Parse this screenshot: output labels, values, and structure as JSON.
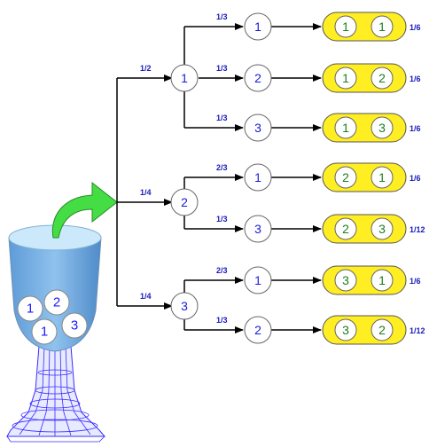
{
  "colors": {
    "line": "#000000",
    "circle_stroke": "#666666",
    "node_text": "#1a1ad8",
    "pair_fill": "#ffee22",
    "pair_stroke": "#555555",
    "pair_text": "#1f7d1f",
    "prob_text": "#1a1ab8",
    "arrow": "#44dd44",
    "glass_liquid": "#6aa6dd",
    "glass_rim": "#bfe3f7",
    "glass_wire": "#3a2cff"
  },
  "urn": {
    "balls": [
      "1",
      "2",
      "1",
      "3"
    ]
  },
  "tree": {
    "first_draw": [
      {
        "label": "1",
        "prob": "1/2",
        "second_draw": [
          {
            "label": "1",
            "prob": "1/3",
            "pair": [
              "1",
              "1"
            ],
            "outcome_prob": "1/6"
          },
          {
            "label": "2",
            "prob": "1/3",
            "pair": [
              "1",
              "2"
            ],
            "outcome_prob": "1/6"
          },
          {
            "label": "3",
            "prob": "1/3",
            "pair": [
              "1",
              "3"
            ],
            "outcome_prob": "1/6"
          }
        ]
      },
      {
        "label": "2",
        "prob": "1/4",
        "second_draw": [
          {
            "label": "1",
            "prob": "2/3",
            "pair": [
              "2",
              "1"
            ],
            "outcome_prob": "1/6"
          },
          {
            "label": "3",
            "prob": "1/3",
            "pair": [
              "2",
              "3"
            ],
            "outcome_prob": "1/12"
          }
        ]
      },
      {
        "label": "3",
        "prob": "1/4",
        "second_draw": [
          {
            "label": "1",
            "prob": "2/3",
            "pair": [
              "3",
              "1"
            ],
            "outcome_prob": "1/6"
          },
          {
            "label": "2",
            "prob": "1/3",
            "pair": [
              "3",
              "2"
            ],
            "outcome_prob": "1/12"
          }
        ]
      }
    ]
  }
}
